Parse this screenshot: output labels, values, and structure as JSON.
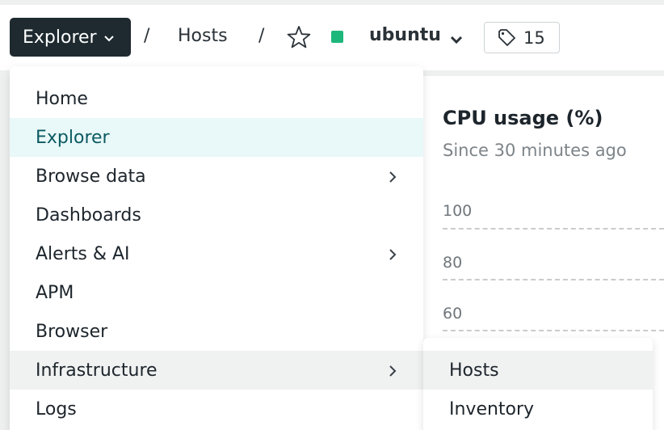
{
  "breadcrumb": {
    "explorer_label": "Explorer",
    "separator": "/",
    "hosts_label": "Hosts",
    "entity_name": "ubuntu",
    "entity_status_color": "#1db77b",
    "tag_count": "15"
  },
  "chart": {
    "title": "CPU usage (%)",
    "subtitle": "Since 30 minutes ago",
    "y_ticks": [
      "100",
      "80",
      "60"
    ]
  },
  "menu": {
    "items": [
      {
        "label": "Home"
      },
      {
        "label": "Explorer",
        "active": true
      },
      {
        "label": "Browse data",
        "has_submenu": true
      },
      {
        "label": "Dashboards"
      },
      {
        "label": "Alerts & AI",
        "has_submenu": true
      },
      {
        "label": "APM"
      },
      {
        "label": "Browser"
      },
      {
        "label": "Infrastructure",
        "has_submenu": true,
        "hovered": true
      },
      {
        "label": "Logs"
      }
    ]
  },
  "submenu": {
    "items": [
      {
        "label": "Hosts",
        "hovered": true
      },
      {
        "label": "Inventory"
      }
    ]
  },
  "colors": {
    "accent_dark": "#1e2a2f",
    "active_bg": "#e9f8f8",
    "active_text": "#0c5a63",
    "status_green": "#1db77b"
  }
}
